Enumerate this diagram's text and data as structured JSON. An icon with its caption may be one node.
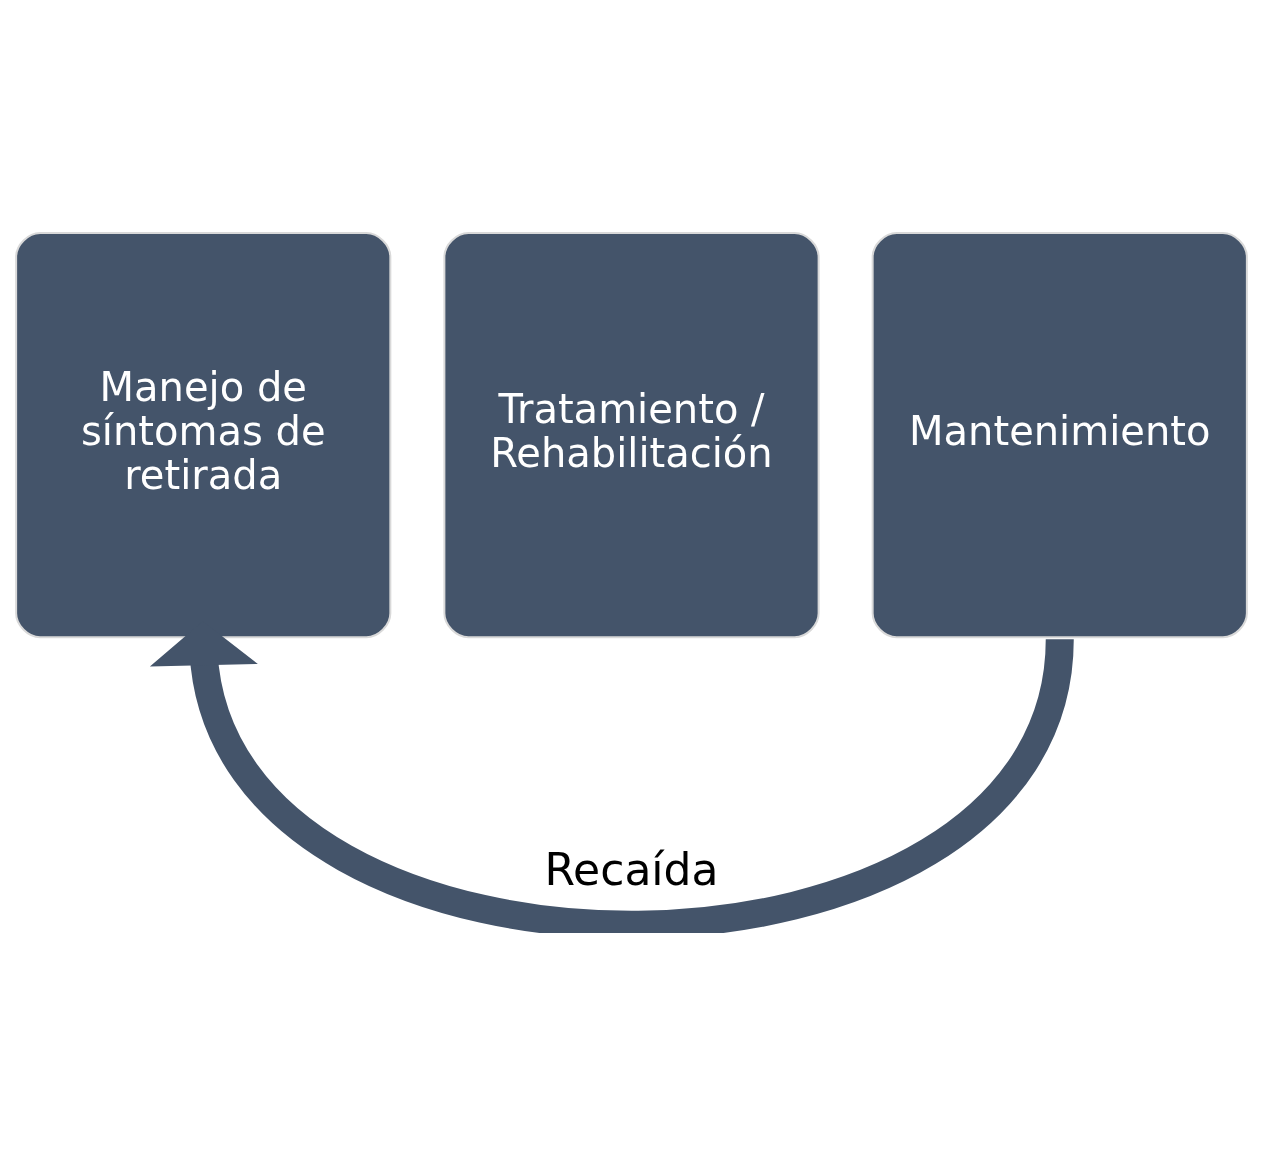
{
  "diagram": {
    "nodes": [
      {
        "text": [
          "Manejo de síntomas de retirada"
        ]
      },
      {
        "text": [
          "Tratamiento / Rehabilitación"
        ]
      },
      {
        "text": [
          "Mantenimiento"
        ]
      }
    ],
    "edges": [
      {
        "from": 2,
        "to": 0,
        "arrow": "to",
        "label": "Recaída"
      }
    ]
  }
}
